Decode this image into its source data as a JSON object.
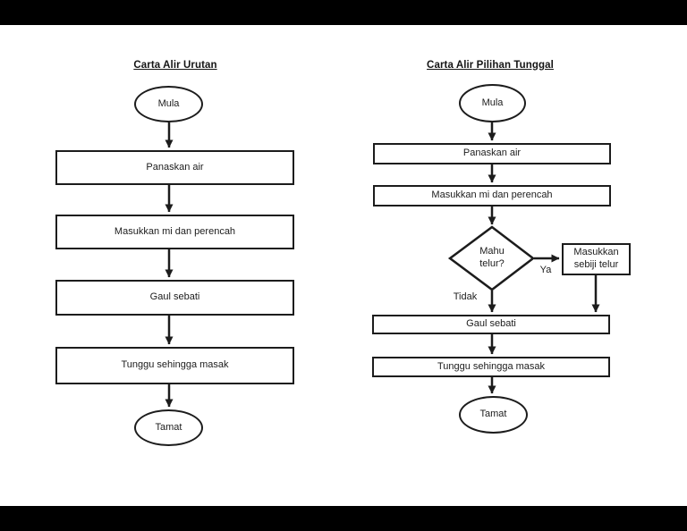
{
  "page": {
    "background": "#ffffff",
    "letterbox_color": "#000000",
    "ink_color": "#1c1c1c"
  },
  "left_chart": {
    "title": "Carta Alir Urutan",
    "type": "flowchart",
    "nodes": {
      "start": "Mula",
      "step1": "Panaskan air",
      "step2": "Masukkan mi dan perencah",
      "step3": "Gaul sebati",
      "step4": "Tunggu sehingga masak",
      "end": "Tamat"
    },
    "edges": [
      "Mula → Panaskan air",
      "Panaskan air → Masukkan mi dan perencah",
      "Masukkan mi dan perencah → Gaul sebati",
      "Gaul sebati → Tunggu sehingga masak",
      "Tunggu sehingga masak → Tamat"
    ]
  },
  "right_chart": {
    "title": "Carta Alir Pilihan Tunggal",
    "type": "flowchart",
    "nodes": {
      "start": "Mula",
      "step1": "Panaskan air",
      "step2": "Masukkan mi dan perencah",
      "decision": "Mahu telur?",
      "yes_label": "Ya",
      "no_label": "Tidak",
      "yes_step": "Masukkan sebiji telur",
      "step3": "Gaul sebati",
      "step4": "Tunggu sehingga masak",
      "end": "Tamat"
    },
    "edges": [
      "Mula → Panaskan air",
      "Panaskan air → Masukkan mi dan perencah",
      "Masukkan mi dan perencah → Mahu telur?",
      "Mahu telur? —Ya→ Masukkan sebiji telur",
      "Mahu telur? —Tidak→ Gaul sebati",
      "Masukkan sebiji telur → Gaul sebati",
      "Gaul sebati → Tunggu sehingga masak",
      "Tunggu sehingga masak → Tamat"
    ]
  }
}
